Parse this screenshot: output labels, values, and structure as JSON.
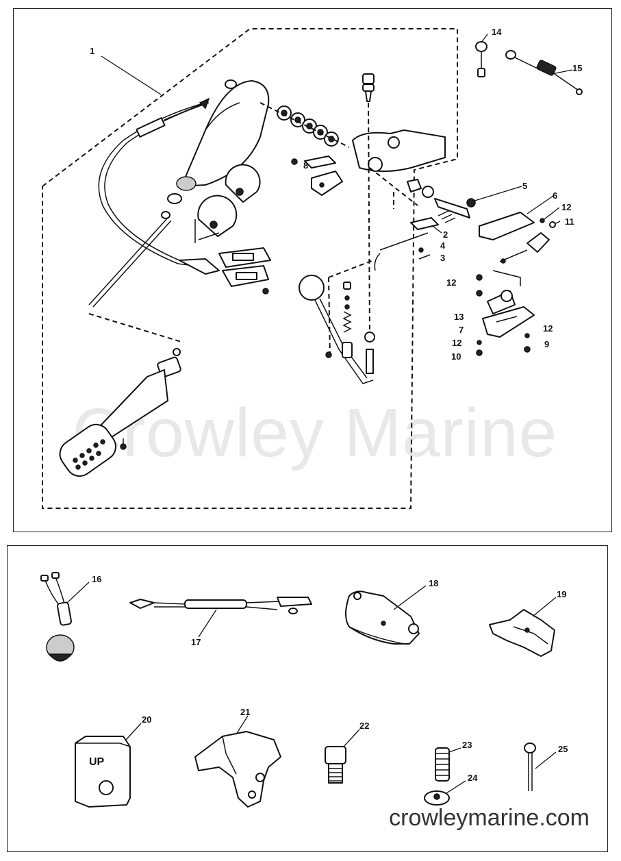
{
  "watermark": {
    "text": "Crowley Marine"
  },
  "site_url": "crowleymarine.com",
  "up_stamp": "UP",
  "callouts": {
    "c1": "1",
    "c2": "2",
    "c3": "3",
    "c4": "4",
    "c5": "5",
    "c6": "6",
    "c7": "7",
    "c8": "8",
    "c9": "9",
    "c10": "10",
    "c11": "11",
    "c12a": "12",
    "c12b": "12",
    "c12c": "12",
    "c12d": "12",
    "c13": "13",
    "c14": "14",
    "c15": "15",
    "c16": "16",
    "c17": "17",
    "c18": "18",
    "c19": "19",
    "c20": "20",
    "c21": "21",
    "c22": "22",
    "c23": "23",
    "c24": "24",
    "c25": "25"
  }
}
